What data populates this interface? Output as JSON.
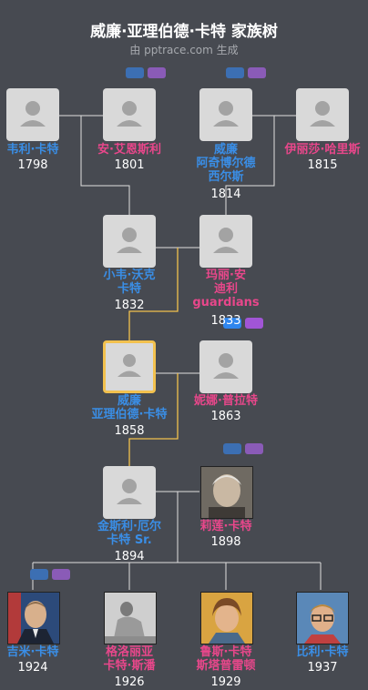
{
  "header": {
    "title": "威廉·亚理伯德·卡特 家族树",
    "subtitle": "由 pptrace.com 生成"
  },
  "people": {
    "p1": {
      "name": "韦利·卡特",
      "year": "1798",
      "gender": "male"
    },
    "p2": {
      "name": "安·艾恩斯利",
      "year": "1801",
      "gender": "female"
    },
    "p3": {
      "name": "威廉\n阿奇博尔德\n西尔斯",
      "year": "1814",
      "gender": "male"
    },
    "p4": {
      "name": "伊丽莎·哈里斯",
      "year": "1815",
      "gender": "female"
    },
    "p5": {
      "name": "小韦·沃克\n卡特",
      "year": "1832",
      "gender": "male"
    },
    "p6": {
      "name": "玛丽·安\n迪利\nguardians",
      "year": "1833",
      "gender": "female"
    },
    "p7": {
      "name": "威廉\n亚理伯德·卡特",
      "year": "1858",
      "gender": "male"
    },
    "p8": {
      "name": "妮娜·普拉特",
      "year": "1863",
      "gender": "female"
    },
    "p9": {
      "name": "金斯利·厄尔\n卡特 Sr.",
      "year": "1894",
      "gender": "male"
    },
    "p10": {
      "name": "莉莲·卡特",
      "year": "1898",
      "gender": "female"
    },
    "p11": {
      "name": "吉米·卡特",
      "year": "1924",
      "gender": "male"
    },
    "p12": {
      "name": "格洛丽亚\n卡特·斯潘",
      "year": "1926",
      "gender": "female"
    },
    "p13": {
      "name": "鲁斯·卡特\n斯塔普雷顿",
      "year": "1929",
      "gender": "female"
    },
    "p14": {
      "name": "比利·卡特",
      "year": "1937",
      "gender": "male"
    }
  },
  "colors": {
    "background": "#474a51",
    "male": "#3a8ee6",
    "female": "#e8478b",
    "focus_line": "#f2c14e",
    "line": "#e0e0e0"
  }
}
